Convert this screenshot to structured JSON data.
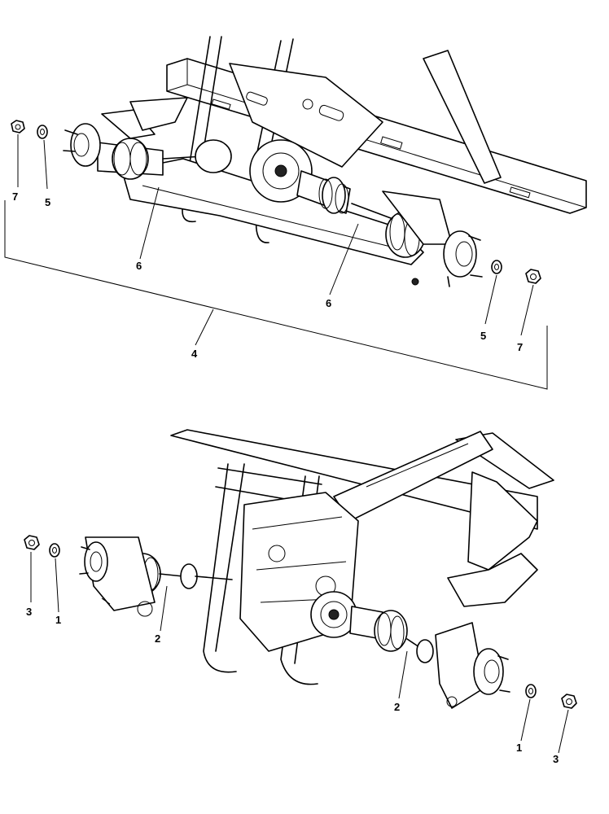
{
  "callouts": {
    "front_left_nut": "7",
    "front_left_washer": "5",
    "front_left_shaft": "6",
    "front_right_shaft": "6",
    "front_right_washer": "5",
    "front_right_nut": "7",
    "front_assembly": "4",
    "rear_left_nut": "3",
    "rear_left_washer": "1",
    "rear_left_shaft": "2",
    "rear_right_shaft": "2",
    "rear_right_washer": "1",
    "rear_right_nut": "3"
  }
}
